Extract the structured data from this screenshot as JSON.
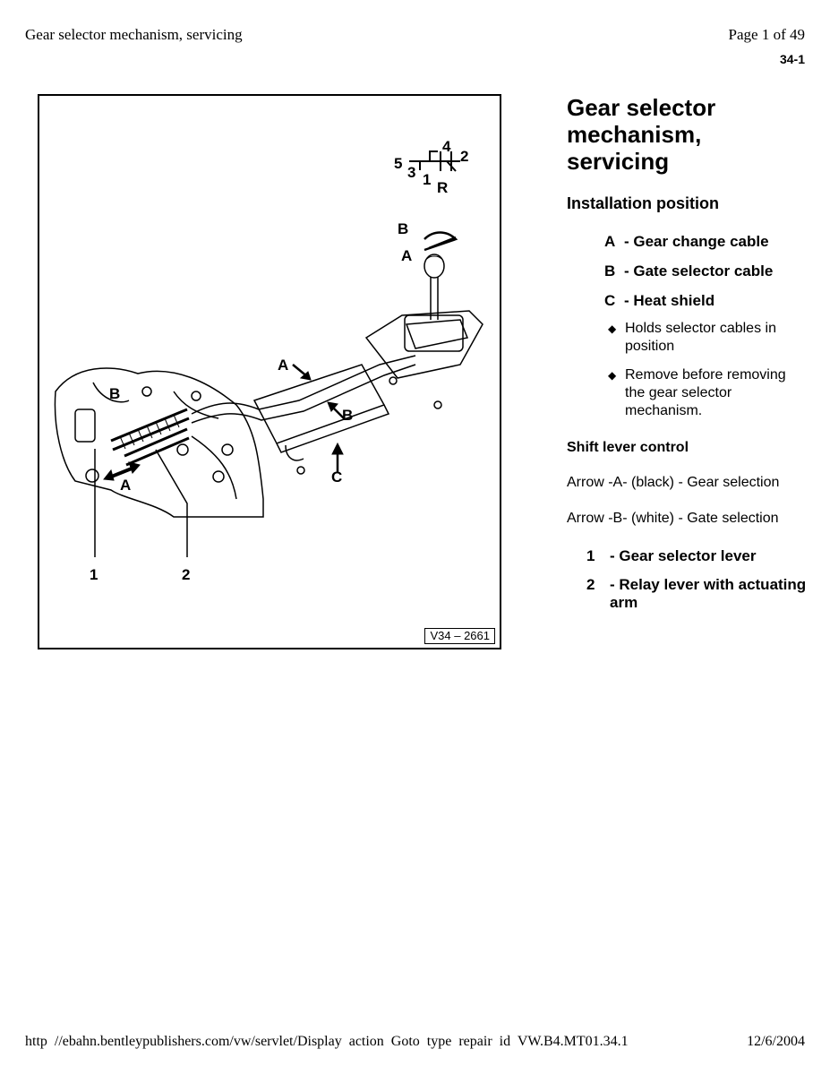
{
  "header": {
    "title": "Gear selector mechanism, servicing",
    "page": "Page 1 of 49",
    "section": "34-1"
  },
  "figure": {
    "code": "V34 – 2661",
    "gate_labels": [
      "5",
      "3",
      "1",
      "4",
      "2",
      "R"
    ],
    "cable_labels": [
      "B",
      "A"
    ],
    "callouts": [
      "A",
      "B",
      "C",
      "B",
      "A"
    ],
    "items": [
      "1",
      "2"
    ]
  },
  "content": {
    "title": "Gear selector mechanism, servicing",
    "subhead": "Installation position",
    "legend": [
      {
        "key": "A",
        "text": "- Gear change cable"
      },
      {
        "key": "B",
        "text": "- Gate selector cable"
      },
      {
        "key": "C",
        "text": "- Heat shield"
      }
    ],
    "bullets": [
      "Holds selector cables in position",
      "Remove before removing the gear selector mechanism."
    ],
    "shift_heading": "Shift lever control",
    "arrow_a": "Arrow -A- (black) - Gear selection",
    "arrow_b": "Arrow -B- (white) - Gate selection",
    "items": [
      {
        "num": "1",
        "text": "- Gear selector lever"
      },
      {
        "num": "2",
        "text": "- Relay lever with actuating arm"
      }
    ]
  },
  "footer": {
    "url": "http //ebahn.bentleypublishers.com/vw/servlet/Display action Goto type repair id VW.B4.MT01.34.1",
    "date": "12/6/2004"
  }
}
